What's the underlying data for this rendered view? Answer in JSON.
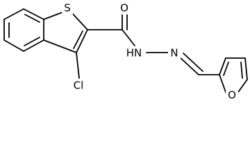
{
  "atoms": {
    "sulfur": "S",
    "oxygen_carbonyl": "O",
    "chlorine": "Cl",
    "nh": "HN",
    "n_imine": "N",
    "oxygen_furan": "O"
  }
}
